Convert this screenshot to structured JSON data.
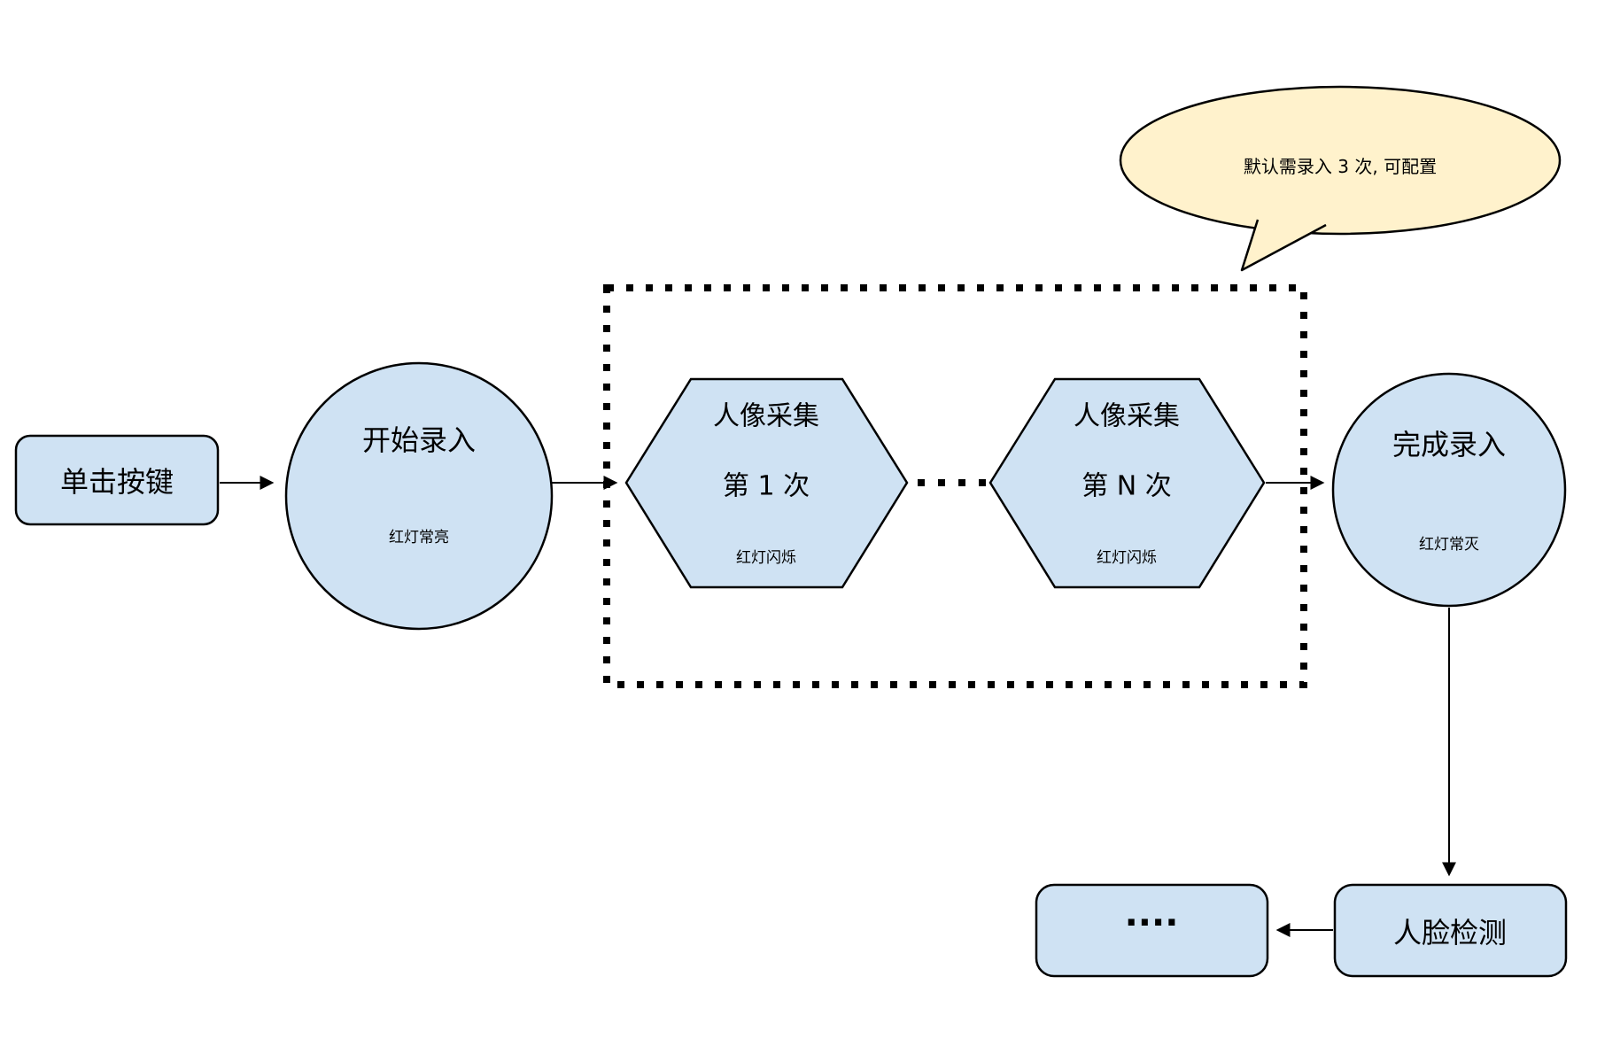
{
  "canvas": {
    "background": "#ffffff"
  },
  "colors": {
    "canvas_bg": "#ffffff",
    "shape_fill": "#cfe2f3",
    "shape_stroke": "#000000",
    "bubble_fill": "#fff2cc",
    "line_color": "#000000"
  },
  "callout": {
    "text": "默认需录入 3 次, 可配置"
  },
  "nodes": {
    "start_button": {
      "label": "单击按键"
    },
    "start_record": {
      "title": "开始录入",
      "subtitle": "红灯常亮"
    },
    "capture_first": {
      "title": "人像采集",
      "count": "第 1 次",
      "subtitle": "红灯闪烁"
    },
    "capture_nth": {
      "title": "人像采集",
      "count": "第 N 次",
      "subtitle": "红灯闪烁"
    },
    "complete_record": {
      "title": "完成录入",
      "subtitle": "红灯常灭"
    },
    "face_detection": {
      "label": "人脸检测"
    },
    "more_steps": {
      "label": "...."
    }
  }
}
